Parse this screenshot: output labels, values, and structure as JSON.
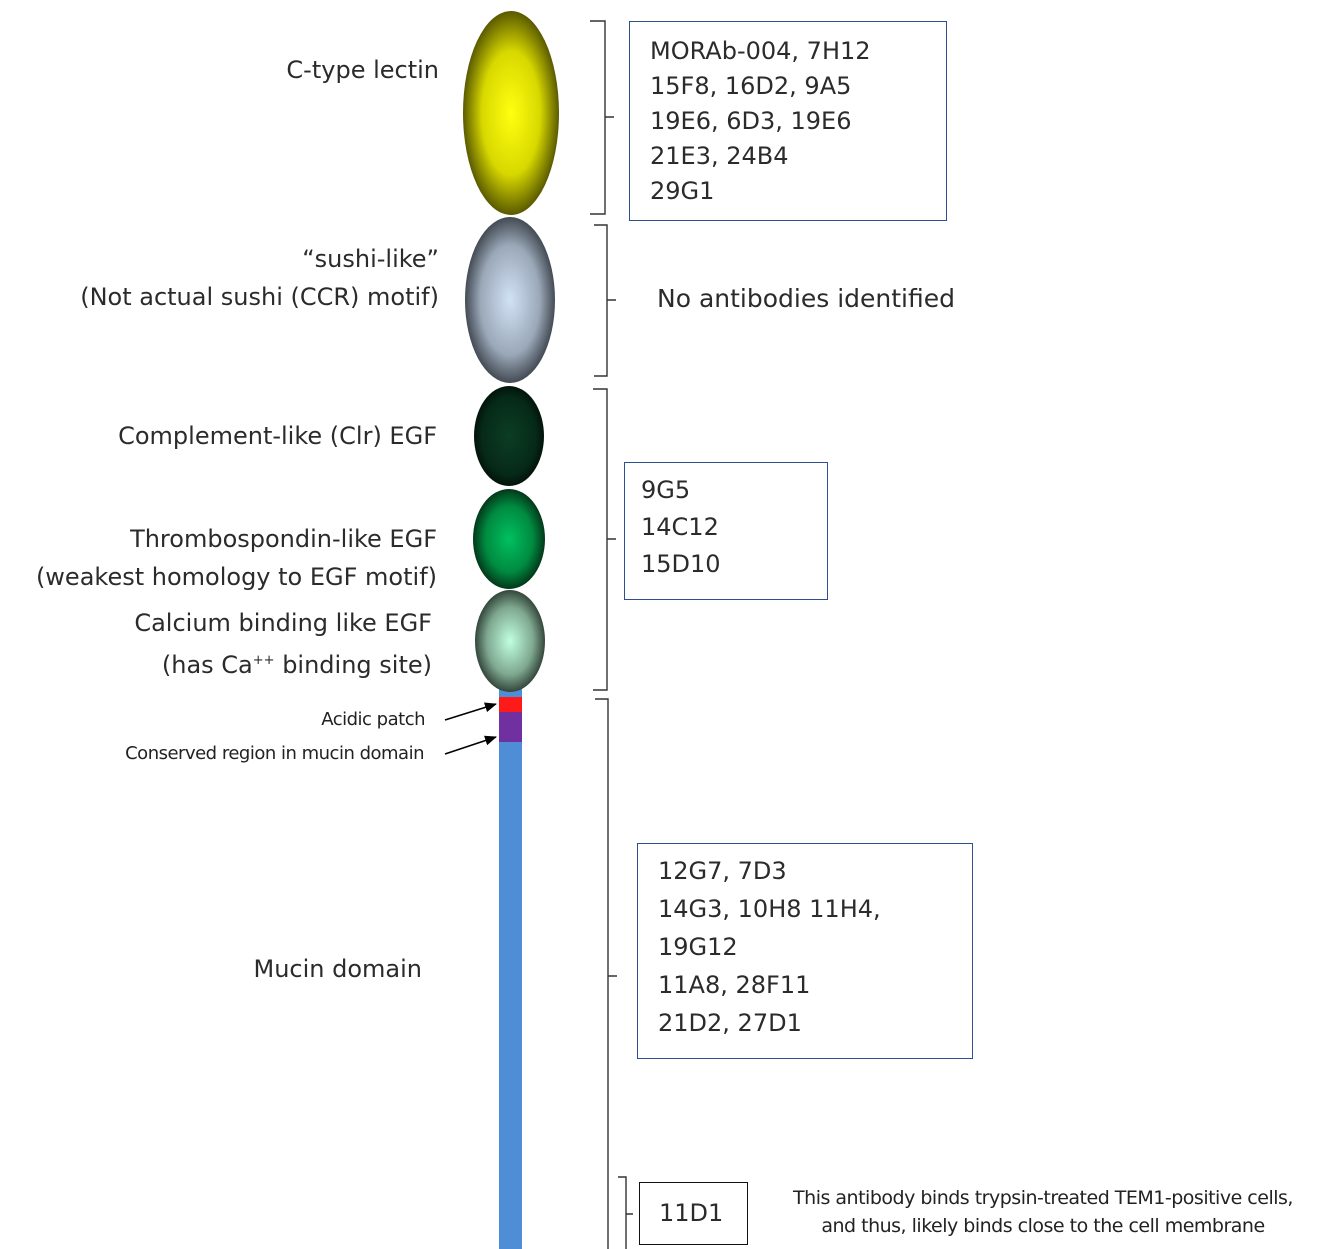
{
  "domains": {
    "ctype_lectin": {
      "label": "C-type lectin"
    },
    "sushi": {
      "line1": "“sushi-like”",
      "line2": "(Not actual sushi (CCR) motif)"
    },
    "complement_egf": {
      "label": "Complement-like  (Clr) EGF"
    },
    "thrombospondin_egf": {
      "line1": "Thrombospondin-like  EGF",
      "line2": "(weakest homology to EGF motif)"
    },
    "calcium_egf": {
      "line1": "Calcium binding like EGF",
      "line2_pre": "(has Ca",
      "line2_sup": "++",
      "line2_post": " binding site)"
    },
    "acidic_patch": {
      "label": "Acidic patch"
    },
    "conserved_region": {
      "label": "Conserved region in mucin domain"
    },
    "mucin": {
      "label": "Mucin domain"
    }
  },
  "antibody_groups": {
    "lectin": [
      "MORAb-004, 7H12",
      "15F8, 16D2,  9A5",
      "19E6,  6D3, 19E6",
      "21E3,  24B4",
      "29G1"
    ],
    "sushi_none": "No antibodies identified",
    "egf": [
      "9G5",
      "14C12",
      "15D10"
    ],
    "mucin": [
      "12G7, 7D3",
      "14G3, 10H8 11H4,",
      "19G12",
      "11A8, 28F11",
      "21D2, 27D1"
    ],
    "membrane": [
      "11D1"
    ],
    "membrane_note": [
      "This antibody binds trypsin-treated TEM1-positive cells,",
      "and thus, likely binds close to the cell membrane"
    ]
  },
  "colors": {
    "lectin": "#ffff00",
    "sushi": "#c8d8ee",
    "complement": "#0a3a22",
    "thrombospondin": "#00b050",
    "calcium": "#b8f0d8",
    "stalk": "#4f8ed6",
    "acidic": "#ff1a1a",
    "conserved": "#7030a0",
    "box_border": "#2f4e8f"
  }
}
